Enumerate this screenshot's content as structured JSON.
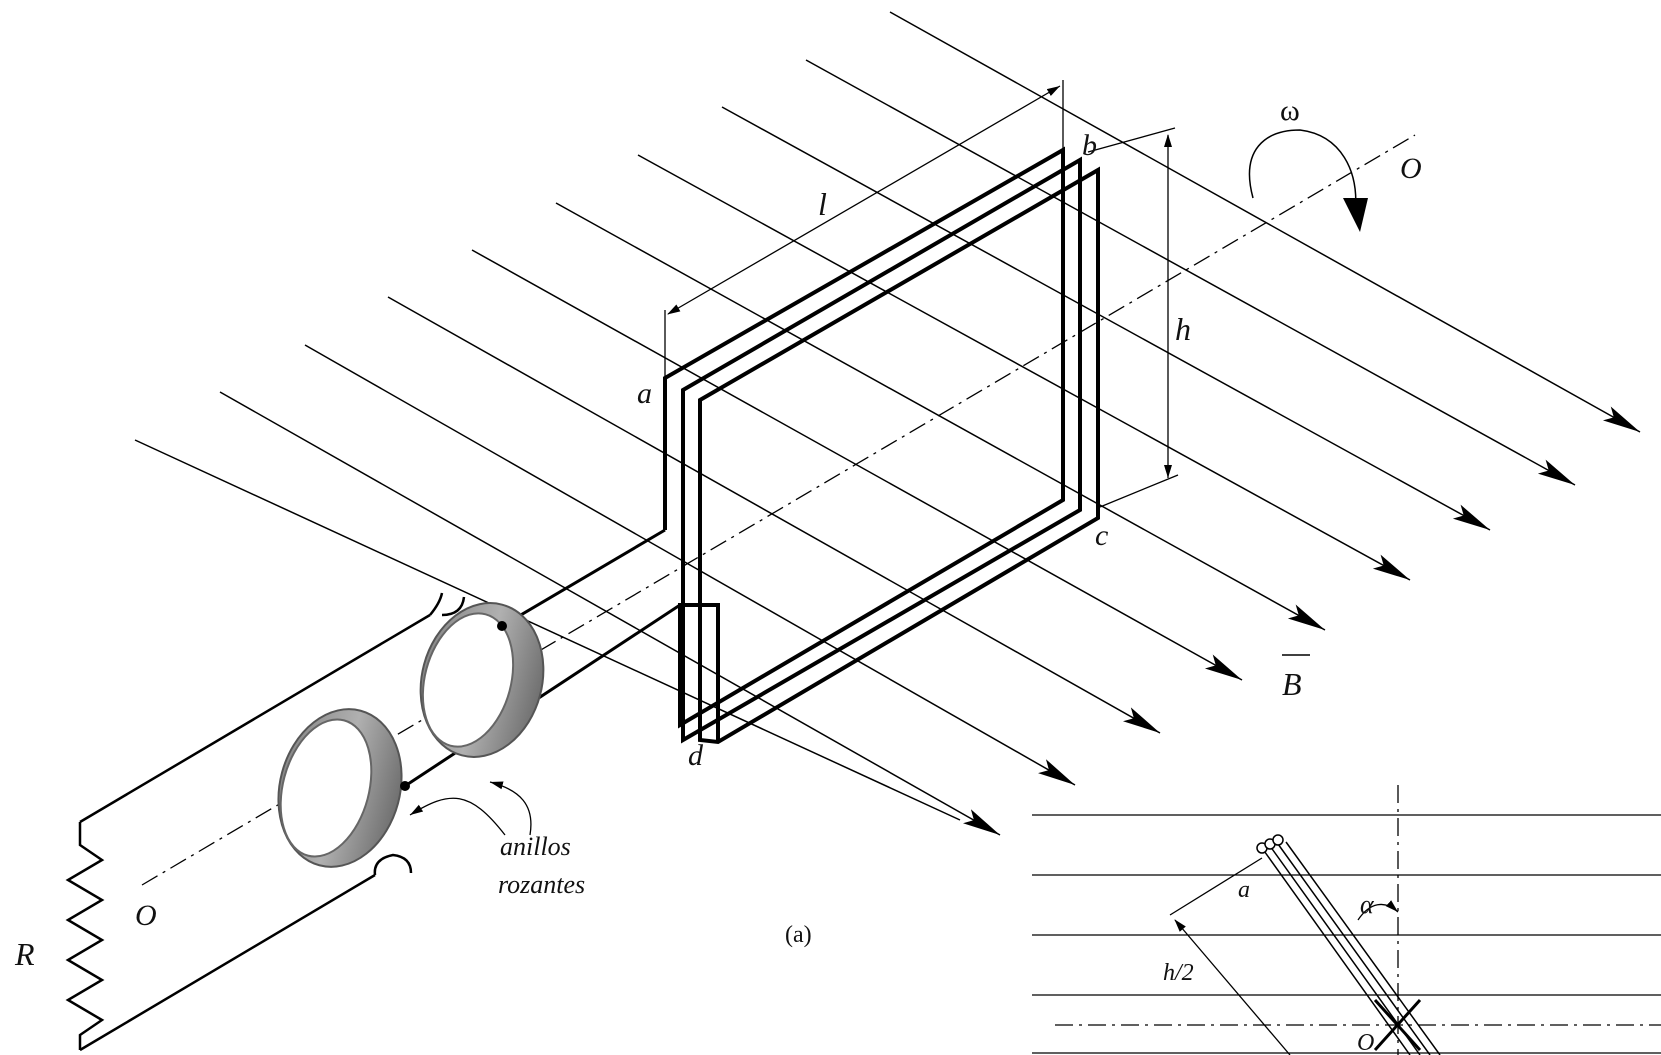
{
  "labels": {
    "omega": "ω",
    "axis_o_top": "O",
    "axis_o_bottom": "O",
    "length": "l",
    "height": "h",
    "corner_a": "a",
    "corner_b": "b",
    "corner_c": "c",
    "corner_d": "d",
    "field": "B",
    "rings_line1": "anillos",
    "rings_line2": "rozantes",
    "resistor": "R",
    "caption": "(a)"
  },
  "inset": {
    "a": "a",
    "alpha": "α",
    "half_height": "h/2",
    "origin": "O"
  }
}
